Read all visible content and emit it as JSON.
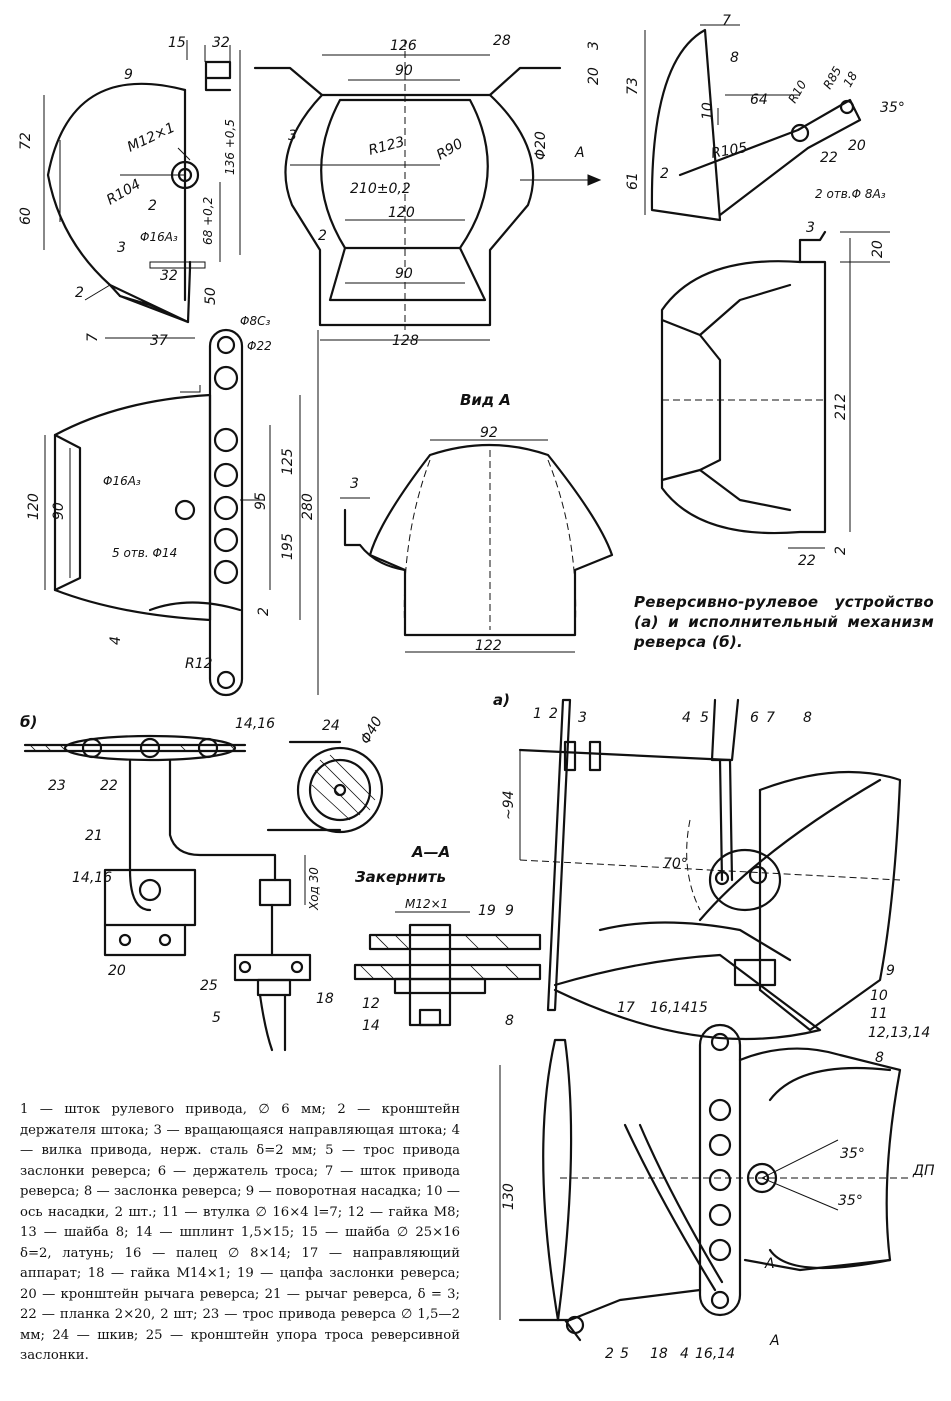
{
  "caption": "Реверсивно-рулевое устройство (а) и исполнительный механизм реверса (б).",
  "legend": [
    "1 — шток рулевого привода, ∅ 6 мм;",
    "2 — кронштейн держателя штока;",
    "3 — вращающаяся направляющая штока;",
    "4 — вилка привода, нерж. сталь δ=2 мм;",
    "5 — трос привода заслонки реверса;",
    "6 — держатель троса;",
    "7 — шток привода реверса;",
    "8 — заслонка реверса;",
    "9 — поворотная насадка;",
    "10 — ось насадки, 2 шт.;",
    "11 — втулка ∅ 16×4 l=7;",
    "12 — гайка М8;",
    "13 — шайба 8;",
    "14 — шплинт 1,5×15;",
    "15 — шайба ∅ 25×16 δ=2, латунь;",
    "16 — палец ∅ 8×14;",
    "17 — направляющий аппарат;",
    "18 — гайка М14×1;",
    "19 — цапфа заслонки реверса;",
    "20 — кронштейн рычага реверса;",
    "21 — рычаг реверса, δ = 3;",
    "22 — планка 2×20, 2 шт;",
    "23 — трос привода реверса ∅ 1,5—2 мм;",
    "24 — шкив;",
    "25 — кронштейн упора троса реверсивной заслонки."
  ],
  "view_labels": {
    "vid_a": "Вид А",
    "section_aa": "А—А",
    "zakernit": "Закернить",
    "label_a": "а)",
    "label_b": "б)",
    "arrow_a": "А",
    "dp": "ДП"
  },
  "dims_top_left": {
    "d15": "15",
    "d32": "32",
    "d72": "72",
    "d60": "60",
    "d136": "136 +0,5",
    "m12": "M12×1",
    "r104": "R104",
    "d2": "2",
    "d68": "68 +0,2",
    "d16a": "Φ16A₃",
    "d3": "3",
    "d32b": "32",
    "d50": "50",
    "d7": "7",
    "d37": "37",
    "d9": "9",
    "d2b": "2"
  },
  "dims_top_center": {
    "d126": "126",
    "d28": "28",
    "d3": "3",
    "d20": "20",
    "d90": "90",
    "r123": "R123",
    "r90": "R90",
    "phi20": "Φ20",
    "d210": "210±0,2",
    "d120": "120",
    "d2": "2",
    "d90b": "90",
    "d128": "128",
    "d3b": "3"
  },
  "dims_top_right": {
    "d7": "7",
    "d8": "8",
    "d73": "73",
    "d10": "10",
    "d64": "64",
    "r10": "R10",
    "r85": "R85",
    "d18": "18",
    "d35": "35°",
    "r105": "R105",
    "d61": "61",
    "d22": "22",
    "d20": "20",
    "d2": "2",
    "holes": "2 отв.Φ 8A₃"
  },
  "dims_right_view": {
    "d3": "3",
    "d20": "20",
    "d212": "212",
    "d22": "22",
    "d2": "2"
  },
  "dims_lever": {
    "phi8": "Φ8C₃",
    "phi22": "Φ22",
    "d125": "125",
    "d95": "95",
    "d195": "195",
    "d280": "280",
    "phi16": "Φ16A₃",
    "holes": "5 отв. Φ14",
    "r12": "R12",
    "d120": "120",
    "d90": "90",
    "d2": "2",
    "d4": "4"
  },
  "dims_vid_a": {
    "d92": "92",
    "d3": "3",
    "d122": "122"
  },
  "dims_b": {
    "p1416": "14,16",
    "p24": "24",
    "phi40": "Φ40",
    "p23": "23",
    "p22": "22",
    "p21": "21",
    "p1416b": "14,16",
    "p20": "20",
    "p25": "25",
    "p18": "18",
    "p5": "5",
    "hod": "Ход 30"
  },
  "dims_aa": {
    "m12": "M12×1",
    "p19": "19",
    "p9": "9",
    "p12": "12",
    "p8": "8",
    "p14": "14"
  },
  "dims_a": {
    "p1": "1",
    "p2": "2",
    "p3": "3",
    "p4": "4",
    "p5": "5",
    "p6": "6",
    "p7": "7",
    "p8": "8",
    "d94": "~94",
    "d70": "70°",
    "p9": "9",
    "p1614": "16,14",
    "p15": "15",
    "p17": "17",
    "p10": "10",
    "p11": "11",
    "p121314": "12,13,14",
    "p8b": "8",
    "d35a": "35°",
    "d35b": "35°",
    "d130": "130",
    "p2b": "2",
    "p5b": "5",
    "p18": "18",
    "p4b": "4",
    "p1614b": "16,14"
  }
}
